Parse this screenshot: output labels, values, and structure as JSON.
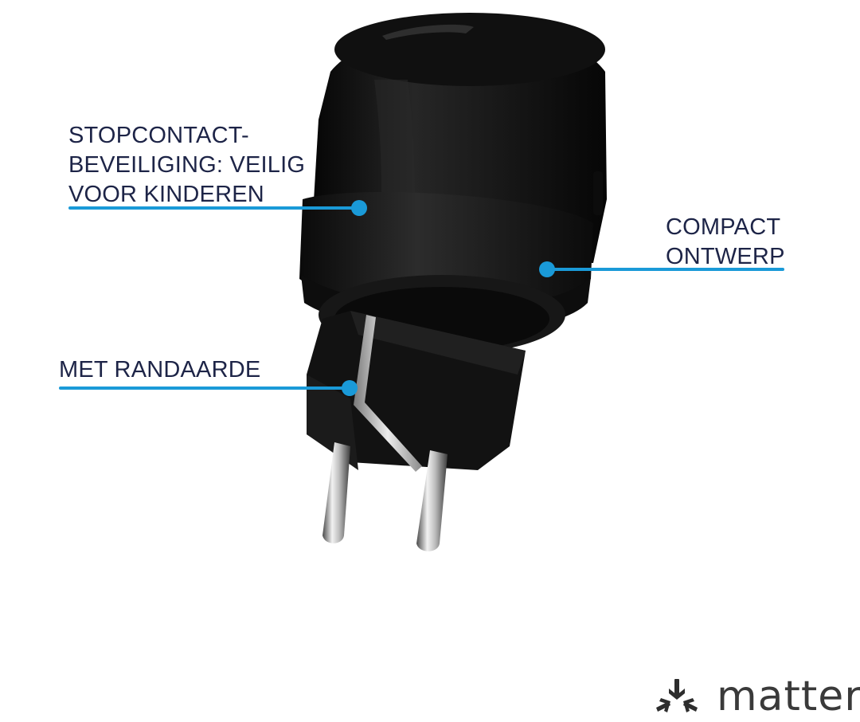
{
  "colors": {
    "accent": "#1a9ad8",
    "text": "#1d2447",
    "product": "#141414",
    "logo": "#3a3a3a"
  },
  "product": {
    "icon": "smart-plug-icon"
  },
  "callouts": {
    "socket_protection": {
      "lines": [
        "STOPCONTACT-",
        "BEVEILIGING: VEILIG",
        "VOOR KINDEREN"
      ]
    },
    "compact_design": {
      "lines": [
        "COMPACT",
        "ONTWERP"
      ]
    },
    "earthing": {
      "lines": [
        "MET RANDAARDE"
      ]
    }
  },
  "logo": {
    "icon": "matter-logo-icon",
    "wordmark": "matter"
  }
}
